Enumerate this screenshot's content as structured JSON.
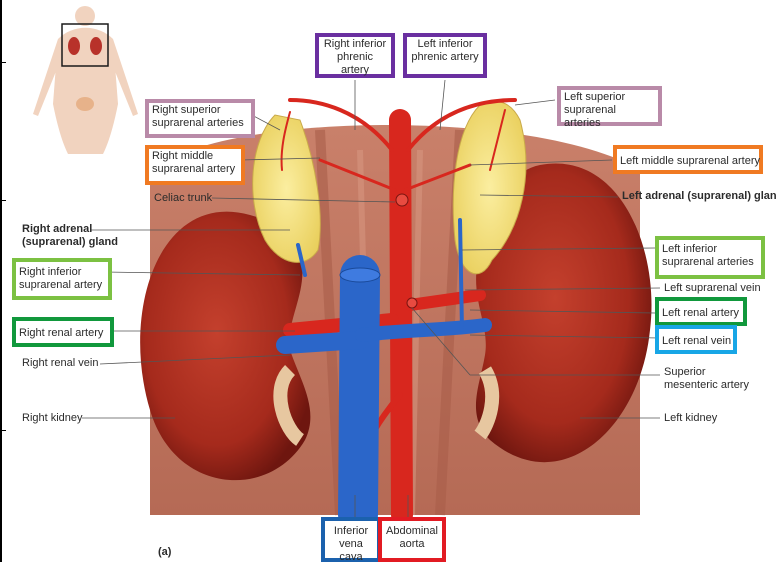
{
  "diagram": {
    "panel_label": "(a)",
    "labels": {
      "right_inferior_phrenic_artery": "Right inferior\nphrenic artery",
      "left_inferior_phrenic_artery": "Left inferior\nphrenic artery",
      "right_superior_suprarenal_arteries": "Right superior\nsuprarenal arteries",
      "left_superior_suprarenal_arteries": "Left superior\nsuprarenal arteries",
      "right_middle_suprarenal_artery": "Right middle\nsuprarenal artery",
      "left_middle_suprarenal_artery": "Left middle suprarenal artery",
      "celiac_trunk": "Celiac trunk",
      "left_adrenal_gland": "Left adrenal (suprarenal) gland",
      "right_adrenal_gland": "Right adrenal\n(suprarenal) gland",
      "right_inferior_suprarenal_artery": "Right inferior\nsuprarenal artery",
      "left_inferior_suprarenal_arteries": "Left inferior\nsuprarenal arteries",
      "left_suprarenal_vein": "Left suprarenal vein",
      "right_renal_artery": "Right renal artery",
      "left_renal_artery": "Left renal artery",
      "left_renal_vein": "Left renal vein",
      "right_renal_vein": "Right renal vein",
      "superior_mesenteric_artery": "Superior\nmesenteric artery",
      "right_kidney": "Right kidney",
      "left_kidney": "Left kidney",
      "inferior_vena_cava": "Inferior\nvena cava",
      "abdominal_aorta": "Abdominal\naorta"
    },
    "colors": {
      "purple": "#6a2fa0",
      "mauve": "#b98aa8",
      "orange": "#f07a22",
      "lime": "#7cc142",
      "green": "#11983c",
      "light_blue": "#18a6e6",
      "navy": "#1b61ad",
      "red": "#e21b23",
      "kidney": "#a52a1c",
      "artery": "#d8271e",
      "vein": "#2b66c9",
      "adrenal": "#f2df7a"
    }
  }
}
